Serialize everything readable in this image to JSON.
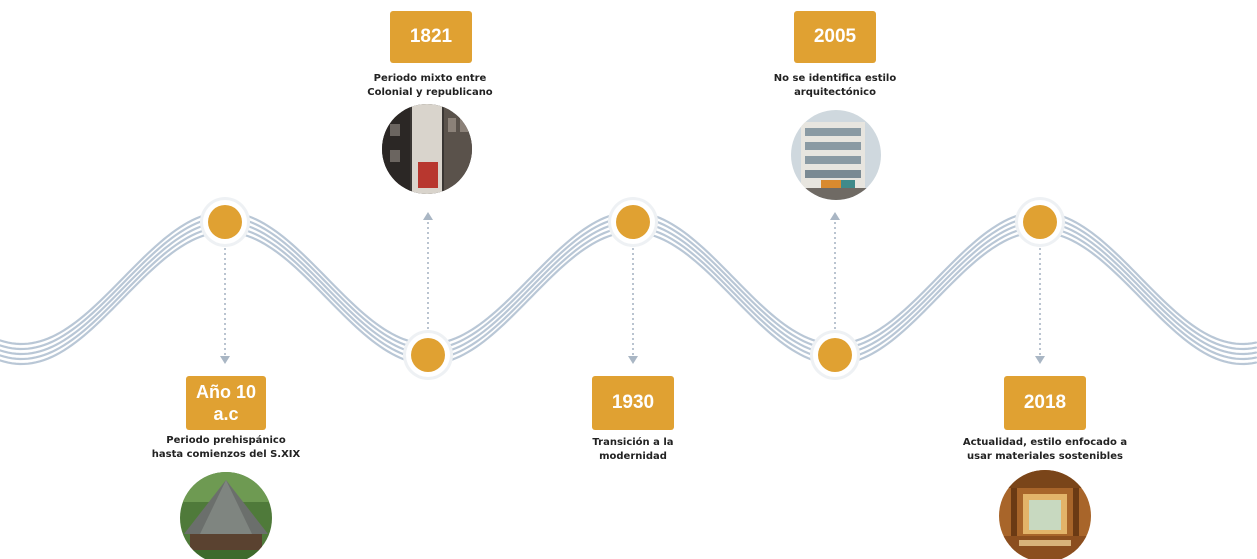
{
  "colors": {
    "accent": "#e0a132",
    "wave_lines": "#b9c7d6",
    "connector": "#a9b6c4",
    "node_ring": "#ffffff",
    "text": "#222222"
  },
  "timeline": {
    "events": [
      {
        "year": "Año 10 a.c",
        "description": "Periodo prehispánico\nhasta comienzos del S.XIX",
        "photo_icon": "thatched-hut-photo"
      },
      {
        "year": "1821",
        "description": "Periodo mixto entre\nColonial y republicano",
        "photo_icon": "colonial-building-photo"
      },
      {
        "year": "1930",
        "description": "Transición a la\nmodernidad",
        "photo_icon": ""
      },
      {
        "year": "2005",
        "description": "No se identifica  estilo\narquitectónico",
        "photo_icon": "modern-building-photo"
      },
      {
        "year": "2018",
        "description": "Actualidad, estilo enfocado a\nusar materiales sostenibles",
        "photo_icon": "sustainable-interior-photo"
      }
    ]
  }
}
